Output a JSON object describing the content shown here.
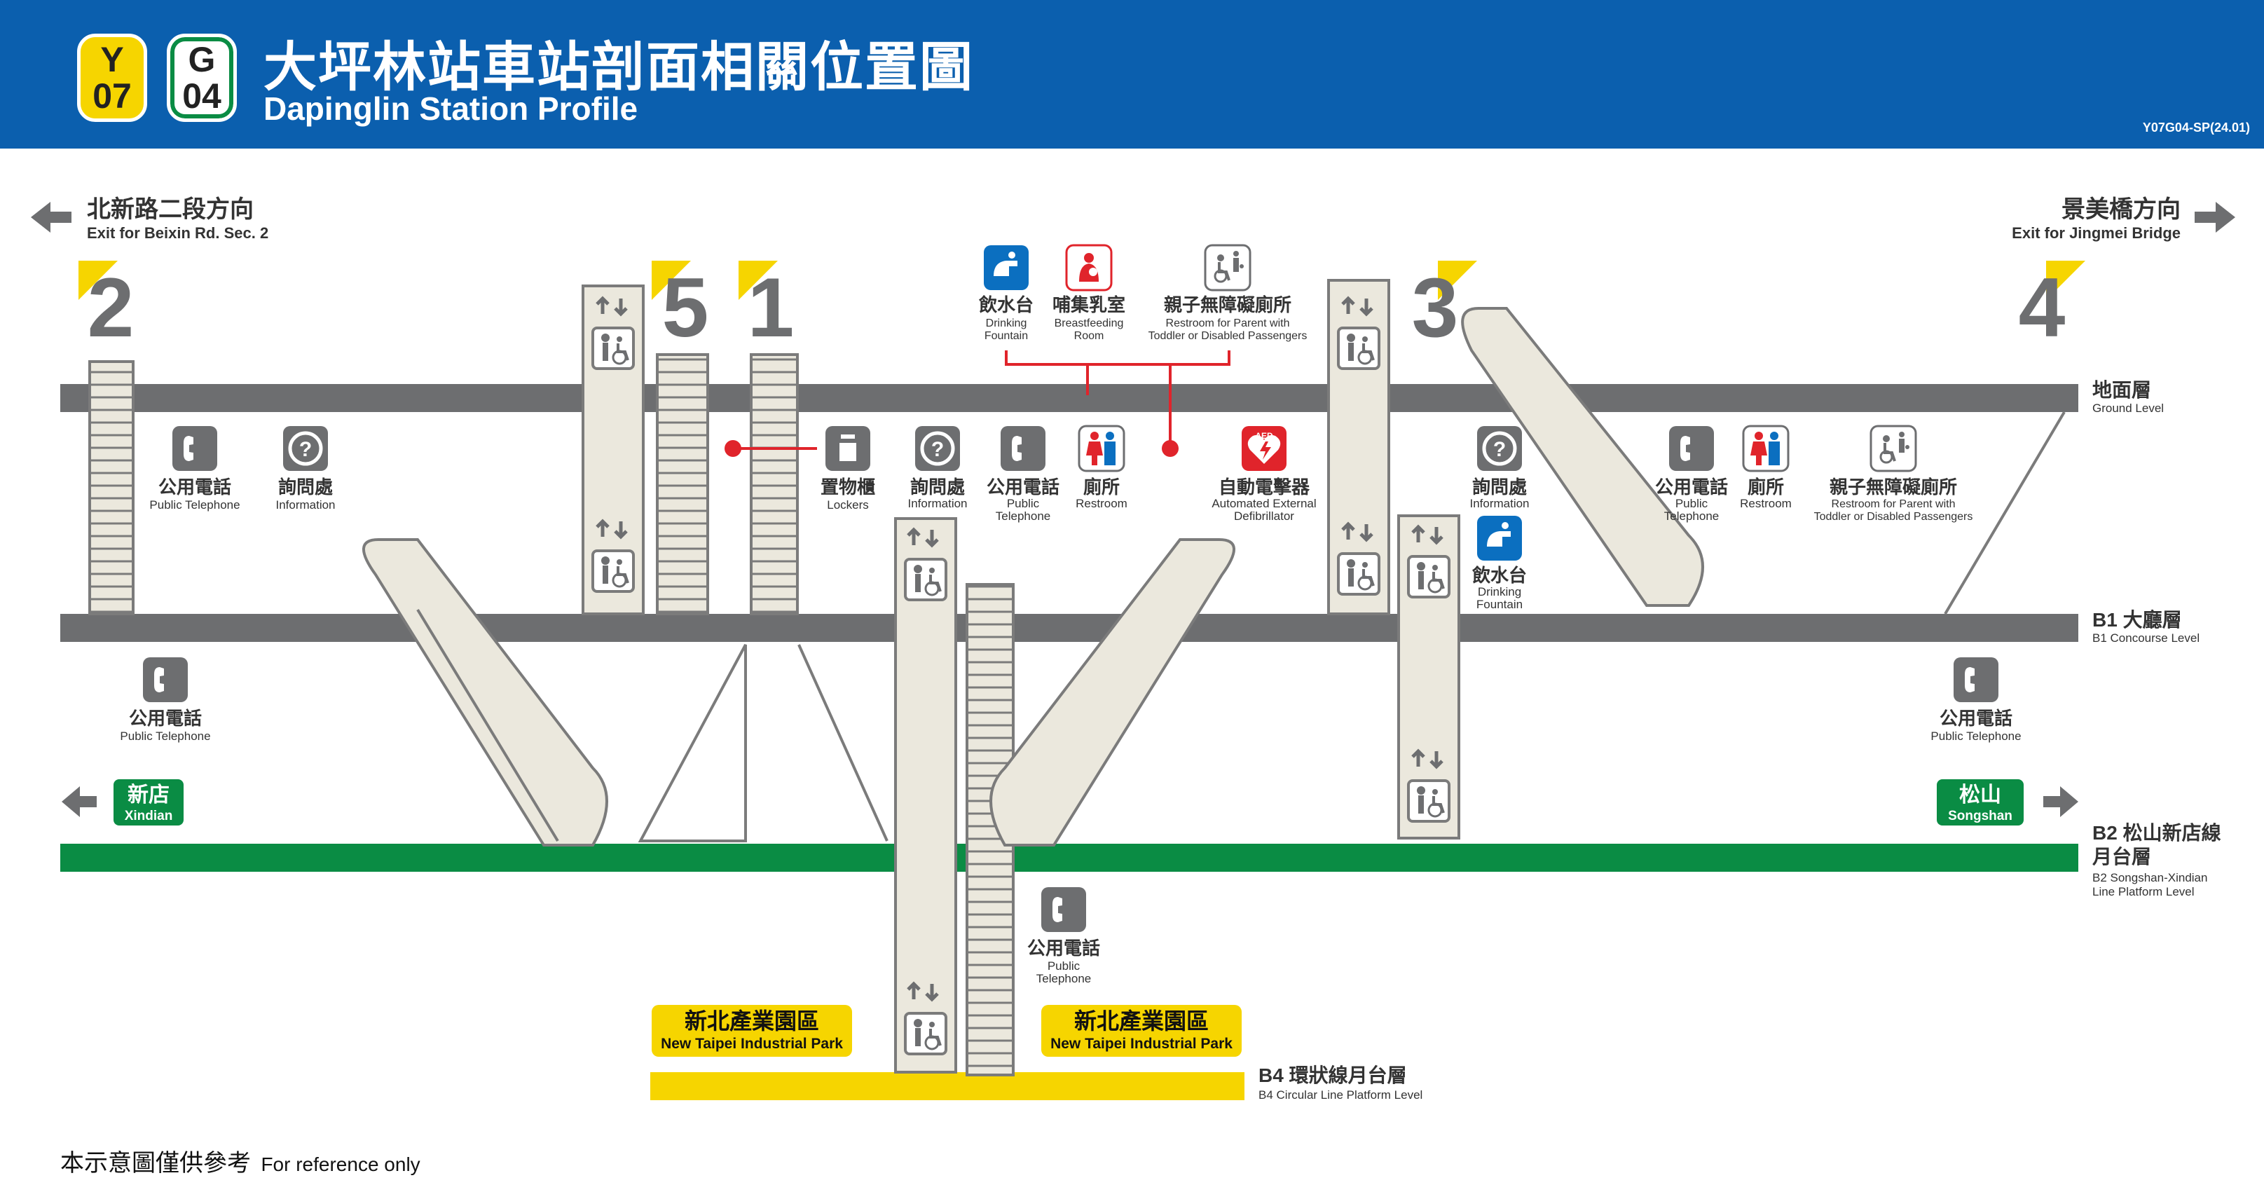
{
  "header": {
    "badge_y_line": "Y",
    "badge_y_num": "07",
    "badge_g_line": "G",
    "badge_g_num": "04",
    "title_zh": "大坪林站車站剖面相關位置圖",
    "title_en": "Dapinglin Station Profile",
    "code": "Y07G04-SP(24.01)"
  },
  "directions": {
    "left_zh": "北新路二段方向",
    "left_en": "Exit for Beixin Rd. Sec. 2",
    "right_zh": "景美橋方向",
    "right_en": "Exit for Jingmei Bridge"
  },
  "exits": [
    "2",
    "5",
    "1",
    "3",
    "4"
  ],
  "levels": [
    {
      "zh": "地面層",
      "en": "Ground Level"
    },
    {
      "zh": "B1 大廳層",
      "en": "B1 Concourse Level"
    },
    {
      "zh": "B2 松山新店線",
      "zh2": "月台層",
      "en": "B2 Songshan-Xindian",
      "en2": "Line Platform Level"
    },
    {
      "zh": "B4 環狀線月台層",
      "en": "B4 Circular Line Platform Level"
    }
  ],
  "destinations": {
    "xindian_zh": "新店",
    "xindian_en": "Xindian",
    "songshan_zh": "松山",
    "songshan_en": "Songshan",
    "park_zh": "新北產業園區",
    "park_en": "New Taipei Industrial Park"
  },
  "facilities": {
    "phone_zh": "公用電話",
    "phone_en": "Public Telephone",
    "phone_en_a": "Public",
    "phone_en_b": "Telephone",
    "info_zh": "詢問處",
    "info_en": "Information",
    "locker_zh": "置物櫃",
    "locker_en": "Lockers",
    "restroom_zh": "廁所",
    "restroom_en": "Restroom",
    "aed_zh": "自動電擊器",
    "aed_en_a": "Automated External",
    "aed_en_b": "Defibrillator",
    "fountain_zh": "飲水台",
    "fountain_en_a": "Drinking",
    "fountain_en_b": "Fountain",
    "nursing_zh": "哺集乳室",
    "nursing_en_a": "Breastfeeding",
    "nursing_en_b": "Room",
    "family_zh": "親子無障礙廁所",
    "family_en_a": "Restroom for Parent with",
    "family_en_b": "Toddler or Disabled Passengers",
    "aed_badge": "AED"
  },
  "footer": {
    "zh": "本示意圖僅供參考",
    "en": "For reference only"
  },
  "colors": {
    "header_blue": "#0b5fae",
    "line_yellow": "#f6d500",
    "line_green": "#0a8c44",
    "floor_gray": "#6d6e70",
    "struct_fill": "#ebe8dd",
    "struct_stroke": "#7b7b7b",
    "icon_blue": "#0b6fc0",
    "icon_red": "#e0242b"
  }
}
